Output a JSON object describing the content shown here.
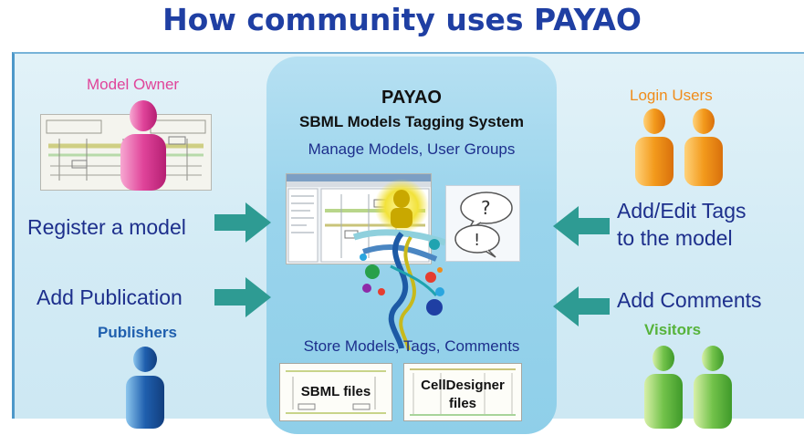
{
  "title": "How community uses PAYAO",
  "center": {
    "title": "PAYAO",
    "subtitle": "SBML Models Tagging System",
    "manage": "Manage Models, User Groups",
    "store": "Store Models, Tags, Comments",
    "files": [
      "SBML files",
      "CellDesigner files"
    ]
  },
  "left": {
    "model_owner": "Model Owner",
    "register": "Register a model",
    "add_publication": "Add Publication",
    "publishers": "Publishers"
  },
  "right": {
    "login_users": "Login Users",
    "add_edit_tags": [
      "Add/Edit Tags",
      "to the model"
    ],
    "add_comments": "Add Comments",
    "visitors": "Visitors"
  },
  "colors": {
    "title": "#1f3fa3",
    "model_owner": "#e0449a",
    "login_users": "#f08c1a",
    "publishers": "#1f5fae",
    "visitors": "#56b33a",
    "arrow": "#2e9b93",
    "action_text": "#1d2f8c"
  }
}
